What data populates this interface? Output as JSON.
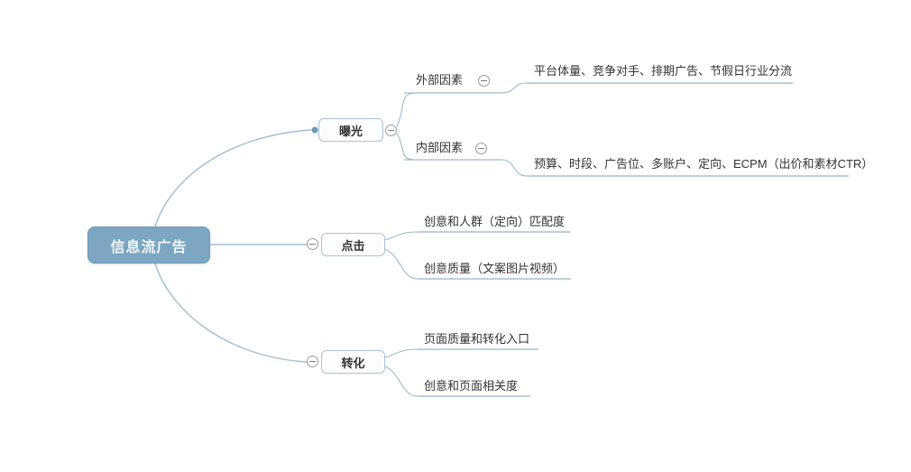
{
  "mindmap": {
    "root": "信息流广告",
    "exposure": {
      "label": "曝光",
      "external_label": "外部因素",
      "external_leaf": "平台体量、竞争对手、排期广告、节假日行业分流",
      "internal_label": "内部因素",
      "internal_leaf": "预算、时段、广告位、多账户、定向、ECPM（出价和素材CTR）"
    },
    "click": {
      "label": "点击",
      "leaf1": "创意和人群（定向）匹配度",
      "leaf2": "创意质量（文案图片视频）"
    },
    "conversion": {
      "label": "转化",
      "leaf1": "页面质量和转化入口",
      "leaf2": "创意和页面相关度"
    }
  },
  "colors": {
    "root_bg": "#7ca6c2",
    "root_text": "#f2f7fa",
    "topic_border": "#a9c3d9",
    "topic_bg": "#fcfdfe",
    "branch_line": "#a3bdd3",
    "leaf_underline": "#7d9fc2",
    "text": "#333333",
    "collapse_border": "#9a9a9a"
  }
}
